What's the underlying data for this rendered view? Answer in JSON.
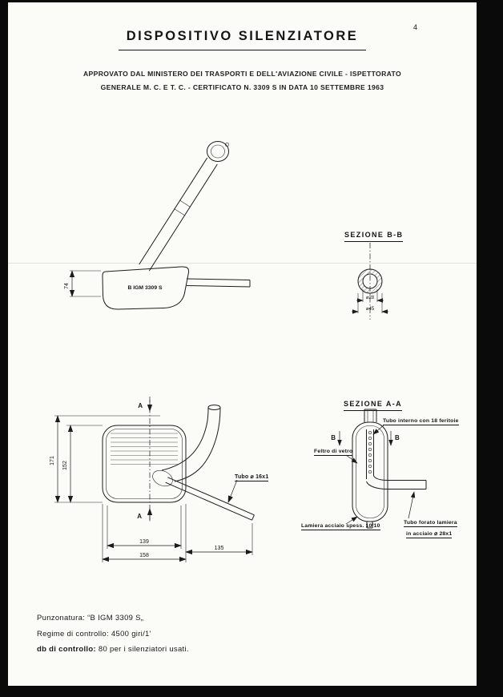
{
  "header": {
    "title": "DISPOSITIVO  SILENZIATORE",
    "approval_line1": "APPROVATO DAL MINISTERO DEI TRASPORTI E DELL'AVIAZIONE CIVILE - ISPETTORATO",
    "approval_line2": "GENERALE  M. C. E T. C.  -  CERTIFICATO  N. 3309 S  IN  DATA  10  SETTEMBRE  1963",
    "page_mark": "4"
  },
  "side_view": {
    "stamp": "B IGM 3309 S",
    "dim_height": "74"
  },
  "section_bb": {
    "heading": "SEZIONE  B-B",
    "dim_inner": "⌀28",
    "dim_outer": "⌀45",
    "letter": "B"
  },
  "front_view": {
    "dim_total": "171",
    "dim_body": "152",
    "dim_inner_width": "139",
    "dim_width": "158",
    "dim_tail": "135",
    "tube_label": "Tubo ⌀ 16x1",
    "letter": "A"
  },
  "section_aa": {
    "heading": "SEZIONE  A-A",
    "label_inner_tube": "Tubo interno con 18 feritoie",
    "label_glass_felt": "Feltro di vetro",
    "label_steel_sheet": "Lamiera acciaio spess. 10/10",
    "label_pipe_1": "Tubo forato lamiera",
    "label_pipe_2": "in acciaio ⌀ 28x1"
  },
  "footer": {
    "punch_label": "Punzonatura:",
    "punch_value": "“B IGM 3309 S„",
    "regime_label": "Regime di controllo:",
    "regime_value": "4500 giri/1'",
    "db_label": "db di controllo:",
    "db_value": "80 per i silenziatori usati."
  }
}
